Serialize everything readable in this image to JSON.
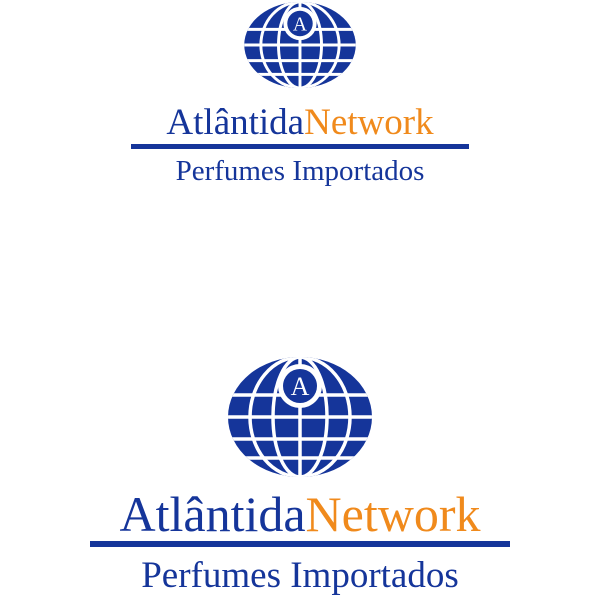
{
  "logos": [
    {
      "emblem_letter": "A",
      "wordmark_part_1": "Atlântida",
      "wordmark_part_2": "Network",
      "tagline": "Perfumes Importados"
    },
    {
      "emblem_letter": "A",
      "wordmark_part_1": "Atlântida",
      "wordmark_part_2": "Network",
      "tagline": "Perfumes Importados"
    }
  ],
  "colors": {
    "brand_blue": "#15359a",
    "brand_orange": "#f08a1c",
    "background": "#ffffff"
  },
  "icons": [
    "globe-emblem-icon"
  ]
}
